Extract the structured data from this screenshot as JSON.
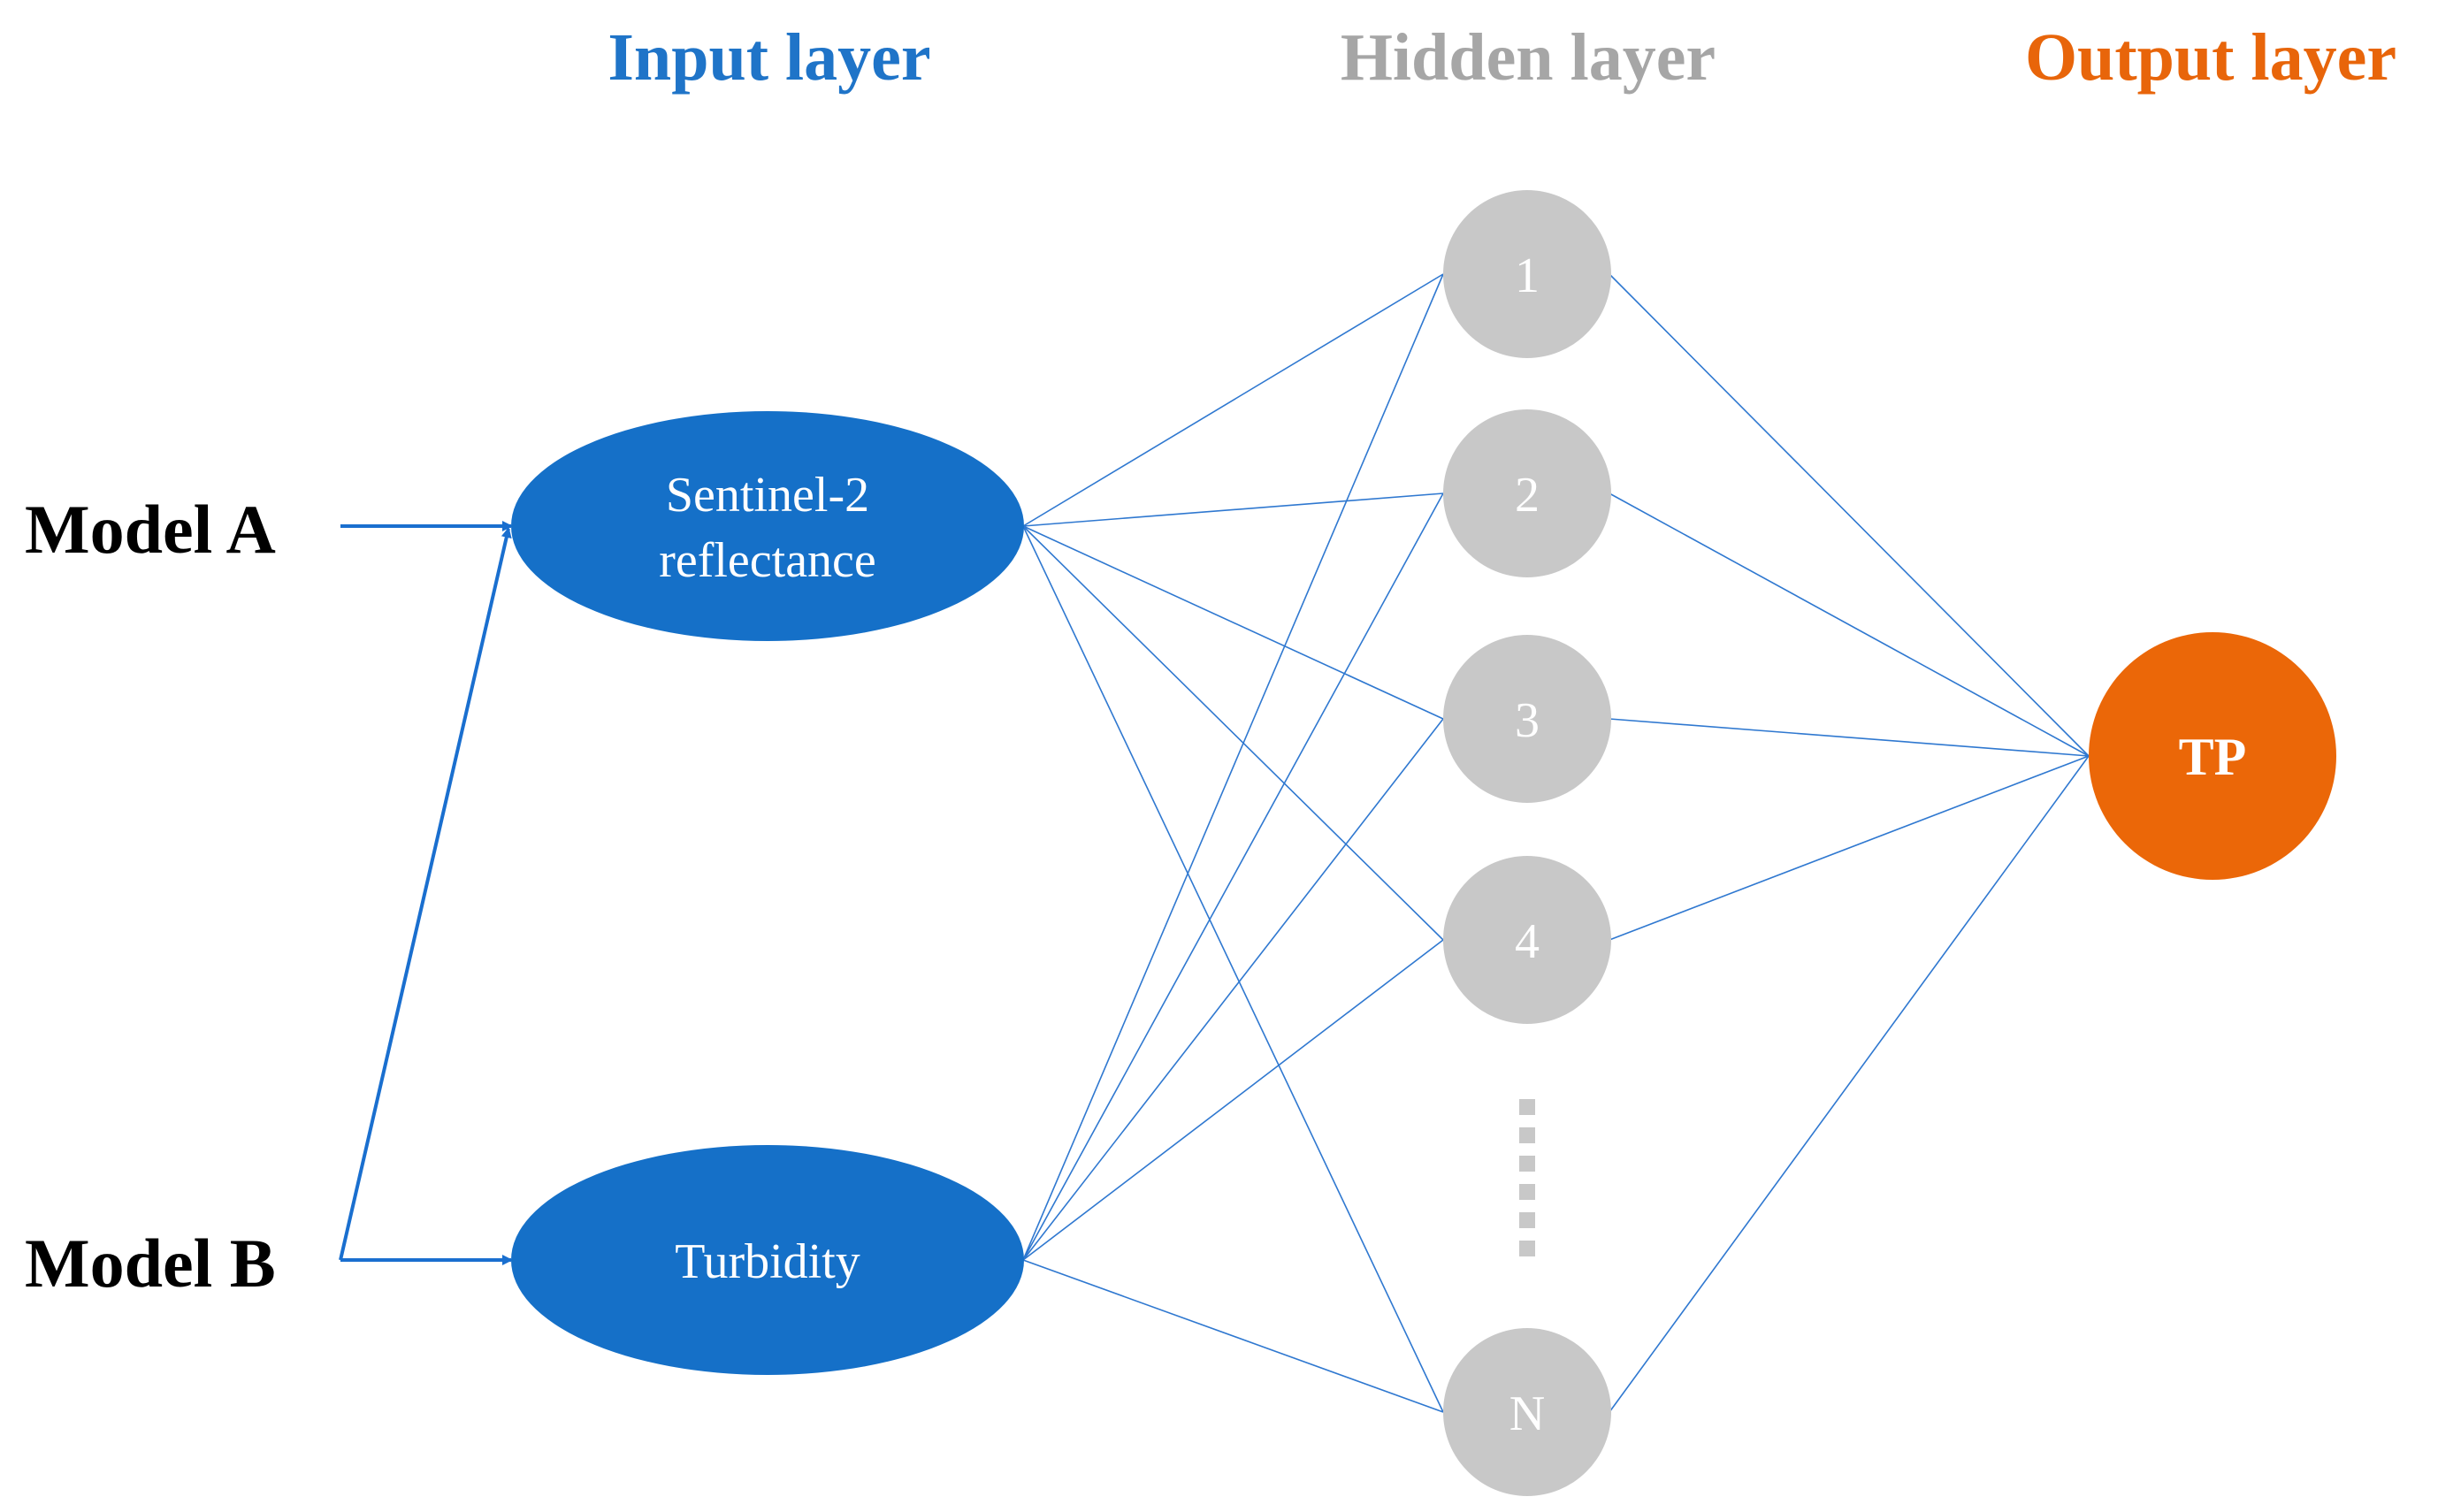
{
  "titles": {
    "input": "Input layer",
    "hidden": "Hidden layer",
    "output": "Output layer"
  },
  "models": {
    "a": "Model A",
    "b": "Model B"
  },
  "input_nodes": {
    "sentinel_line1": "Sentinel-2",
    "sentinel_line2": "reflectance",
    "turbidity": "Turbidity"
  },
  "hidden_nodes": [
    "1",
    "2",
    "3",
    "4",
    "N"
  ],
  "output_node": "TP",
  "colors": {
    "input": "#1570c8",
    "hidden": "#c8c8c8",
    "output": "#eb6708",
    "connection": "#2f78d0",
    "title_input": "#1f74c8",
    "title_hidden": "#a6a6a6",
    "title_output": "#e8650a"
  }
}
